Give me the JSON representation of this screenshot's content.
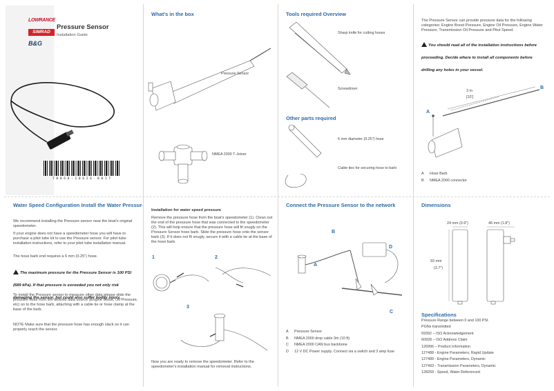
{
  "cover": {
    "brands": [
      "LOWRANCE",
      "SIMRAD",
      "B&G"
    ],
    "title": "Pressure Sensor",
    "subtitle": "Installation Guide",
    "barcode_text": "7 0 8 6 0 - 1 0 6 2 6 - 0 8 1 7"
  },
  "whats_in_box": {
    "title": "What's in the box",
    "items": [
      "Pressure Sensor",
      "NMEA 2000  T-Joiner"
    ]
  },
  "tools": {
    "title": "Tools required Overview",
    "items": [
      "Sharp knife for cutting hoses",
      "Screwdriver"
    ],
    "other_title": "Other parts required",
    "other_items": [
      "6 mm diameter (0.25\") hose",
      "Cable ties for securing hose to barb"
    ]
  },
  "intro": {
    "text": "The Pressure Sensor can provide pressure data for the following categories: Engine Boost Pressure, Engine Oil Pressure, Engine Water Pressure, Transmission Oil Pressure and Pitot Speed.",
    "warning": "You should read all of the installation instructions before proceeding. Decide where to install all components before drilling any holes in your vessel.",
    "dim_m": "3 m",
    "dim_ft": "[10']",
    "callout_a": "A",
    "callout_b": "B",
    "legend": [
      {
        "key": "A",
        "value": "Hose Barb"
      },
      {
        "key": "B",
        "value": "NMEA 2000 connector"
      }
    ]
  },
  "water_speed": {
    "title": "Water Speed Configuration Install the Water Pressure Sensor",
    "p1": "We recommend installing the Pressure sensor near the boat's original speedometer.",
    "p2": "If your engine does not have a speedometer hose you will have to purchase a pitot tube kit to use the Pressure sensor. For pitot tube installation instructions, refer to your pitot tube installation manual.",
    "p3": "The hose barb end requires a 6 mm (0.25\") hose.",
    "warning": "The maximum pressure for the Pressure Sensor is 100 PSI (689 kPa). If that pressure is exceeded you not only risk damaging the sensor, but could also suffer bodily injury.",
    "p4": "To install the Pressure sensor to measure other data please slide the pressure hose from the desired data source (Engine Boost, Oil Pressure, etc) on to the hose barb, attaching with a cable tie or hose clamp at the base of the barb.",
    "p5": "NOTE Make sure that the pressure hose has enough slack so it can properly reach the sensor."
  },
  "install_ws": {
    "title": "Installation for water speed pressure",
    "text": "Remove the pressure hose from the boat's speedometer (1). Clean out the end of the pressure hose that was connected to the speedometer (2). This will help ensure that the pressure hose will fit snugly on the Pressure Sensor hose barb. Slide the pressure hose onto the sensor barb (3). If it does not fit snugly, secure it with a cable tie at the base of the hose barb.",
    "steps": [
      "1",
      "2",
      "3"
    ],
    "footer": "Now you are ready to remove the speedometer. Refer to the speedometer's installation manual for removal instructions."
  },
  "connect": {
    "title": "Connect the Pressure Sensor to the network",
    "callouts": [
      "A",
      "B",
      "C",
      "D"
    ],
    "legend": [
      {
        "key": "A",
        "value": "Pressure Sensor"
      },
      {
        "key": "B",
        "value": "NMEA 2000 drop cable 3m (10 ft)"
      },
      {
        "key": "C",
        "value": "NMEA 2000 CAN bus backbone"
      },
      {
        "key": "D",
        "value": "12 V DC Power supply.  Connect via a switch and 3 amp fuse"
      }
    ]
  },
  "dimensions": {
    "title": "Dimensions",
    "width1": "24 mm (0.9\")",
    "width2": "46 mm (1.8\")",
    "height": "93 mm",
    "height_in": "(3.7\")"
  },
  "specs": {
    "title": "Specifications",
    "lines": [
      "Pressure Range between 0 and 100 PSI.",
      "PGNs transmitted",
      "59392 – ISO Acknowledgement",
      "60928 – ISO Address Claim",
      "126996 – Product Information",
      "127488 - Engine Parameters, Rapid Update",
      "127489 - Engine Parameters, Dynamic",
      "127493 - Transmission Parameters, Dynamic",
      "128259 - Speed, Water Referenced"
    ]
  },
  "colors": {
    "accent": "#2d6aa8",
    "brand_red": "#d2232a",
    "lowrance_red": "#c8102e"
  }
}
